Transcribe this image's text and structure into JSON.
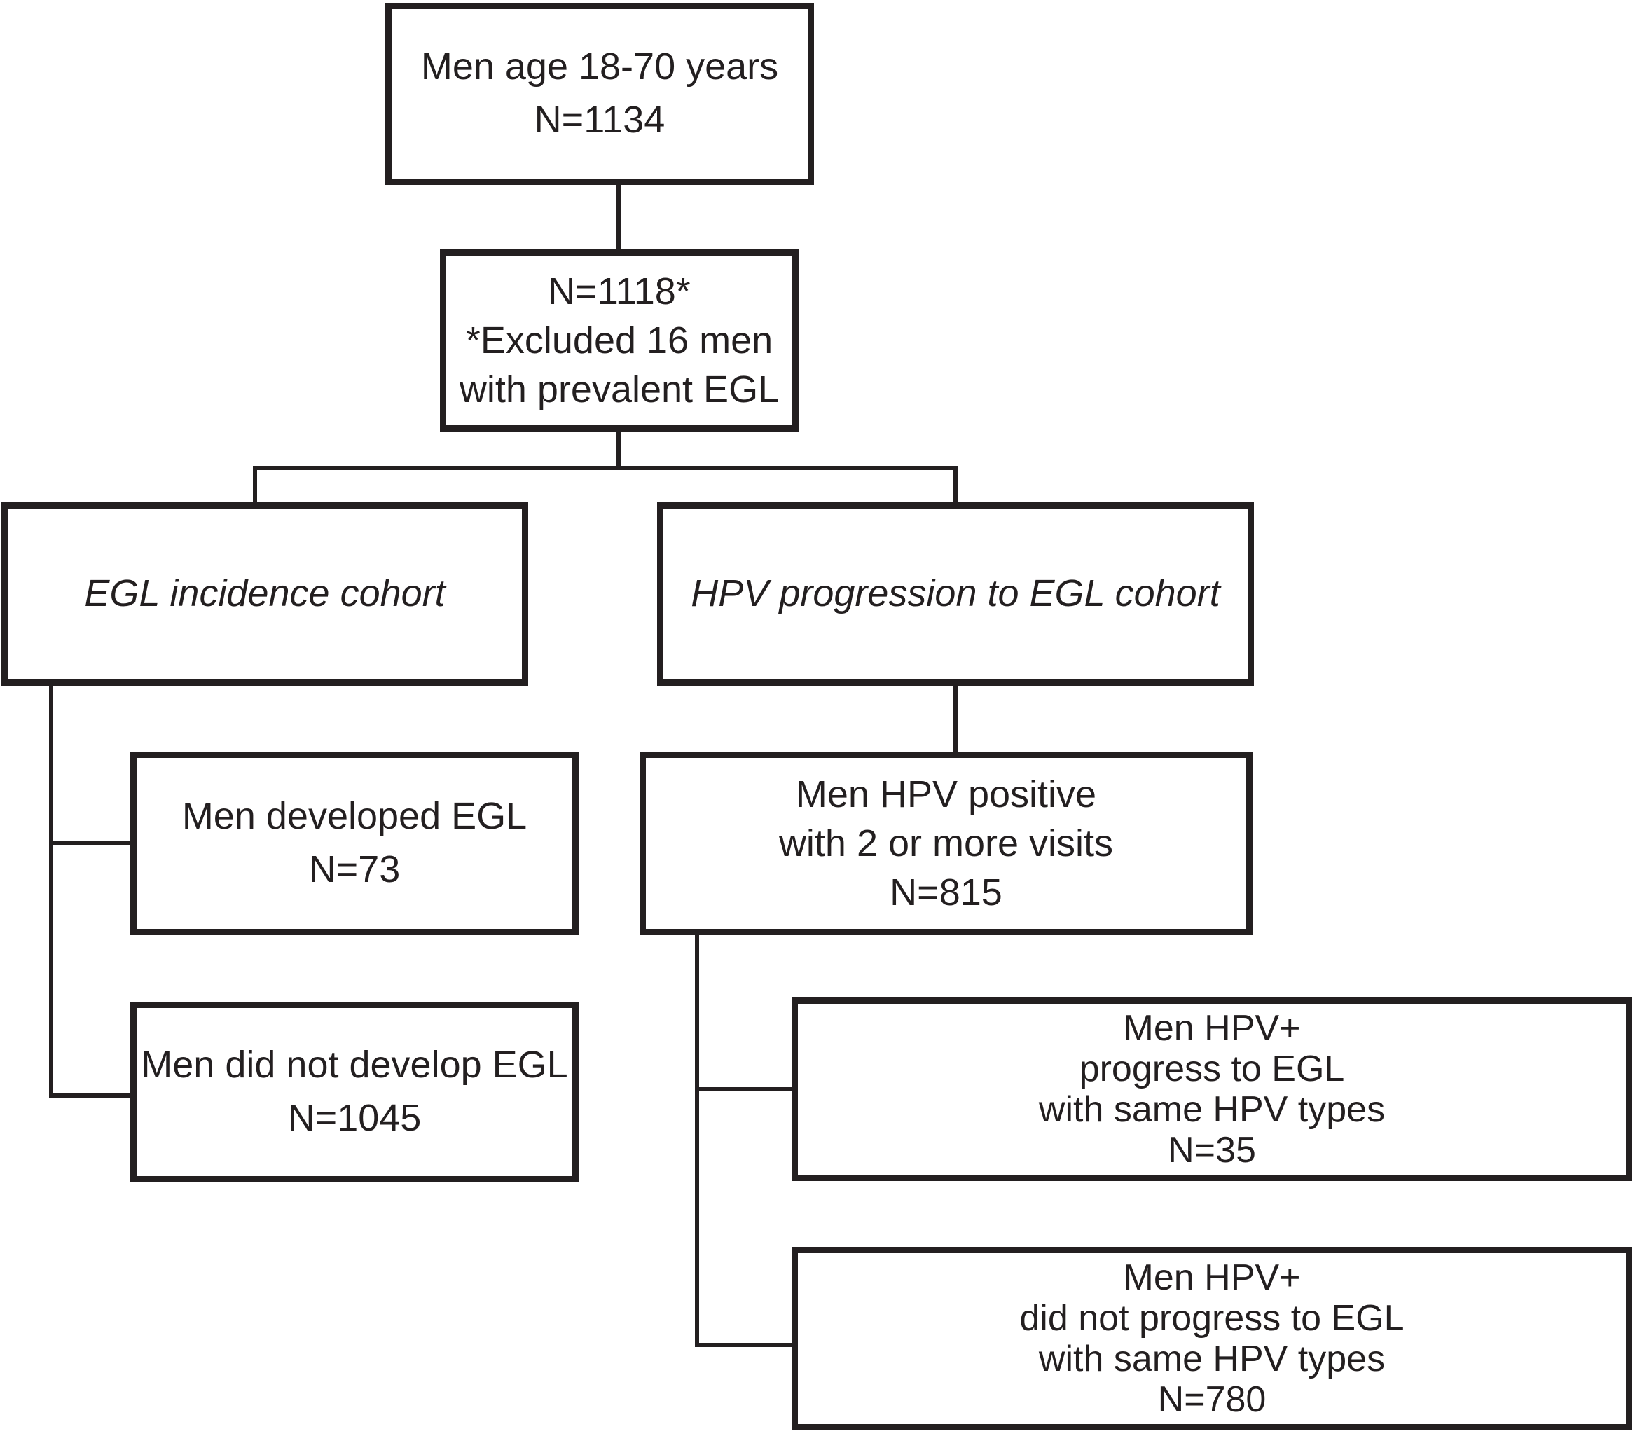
{
  "figure": {
    "type": "flowchart",
    "description": "Study enrollment flow diagram",
    "colors": {
      "background": "#ffffff",
      "line": "#231f20",
      "text": "#231f20"
    }
  },
  "nodes": {
    "enrolled": {
      "lines": [
        "Men age 18-70 years",
        "N=1134"
      ],
      "n": 1134
    },
    "excluded": {
      "lines": [
        "N=1118*",
        "*Excluded 16 men",
        "with prevalent EGL"
      ],
      "n": 1118
    },
    "egl_cohort": {
      "lines": [
        "EGL incidence cohort"
      ],
      "italic": true
    },
    "hpv_cohort": {
      "lines": [
        "HPV progression to EGL cohort"
      ],
      "italic": true
    },
    "developed": {
      "lines": [
        "Men developed EGL",
        "N=73"
      ],
      "n": 73
    },
    "not_developed": {
      "lines": [
        "Men did not develop EGL",
        "N=1045"
      ],
      "n": 1045
    },
    "hpv_positive": {
      "lines": [
        "Men HPV positive",
        "with 2 or more visits",
        "N=815"
      ],
      "n": 815
    },
    "progress": {
      "lines": [
        "Men HPV+",
        "progress to EGL",
        "with same HPV types",
        "N=35"
      ],
      "n": 35
    },
    "no_progress": {
      "lines": [
        "Men HPV+",
        "did not progress to EGL",
        "with same HPV types",
        "N=780"
      ],
      "n": 780
    }
  },
  "edges": [
    {
      "from": "enrolled",
      "to": "excluded"
    },
    {
      "from": "excluded",
      "to": "egl_cohort"
    },
    {
      "from": "excluded",
      "to": "hpv_cohort"
    },
    {
      "from": "egl_cohort",
      "to": "developed"
    },
    {
      "from": "egl_cohort",
      "to": "not_developed"
    },
    {
      "from": "hpv_cohort",
      "to": "hpv_positive"
    },
    {
      "from": "hpv_positive",
      "to": "progress"
    },
    {
      "from": "hpv_positive",
      "to": "no_progress"
    }
  ]
}
